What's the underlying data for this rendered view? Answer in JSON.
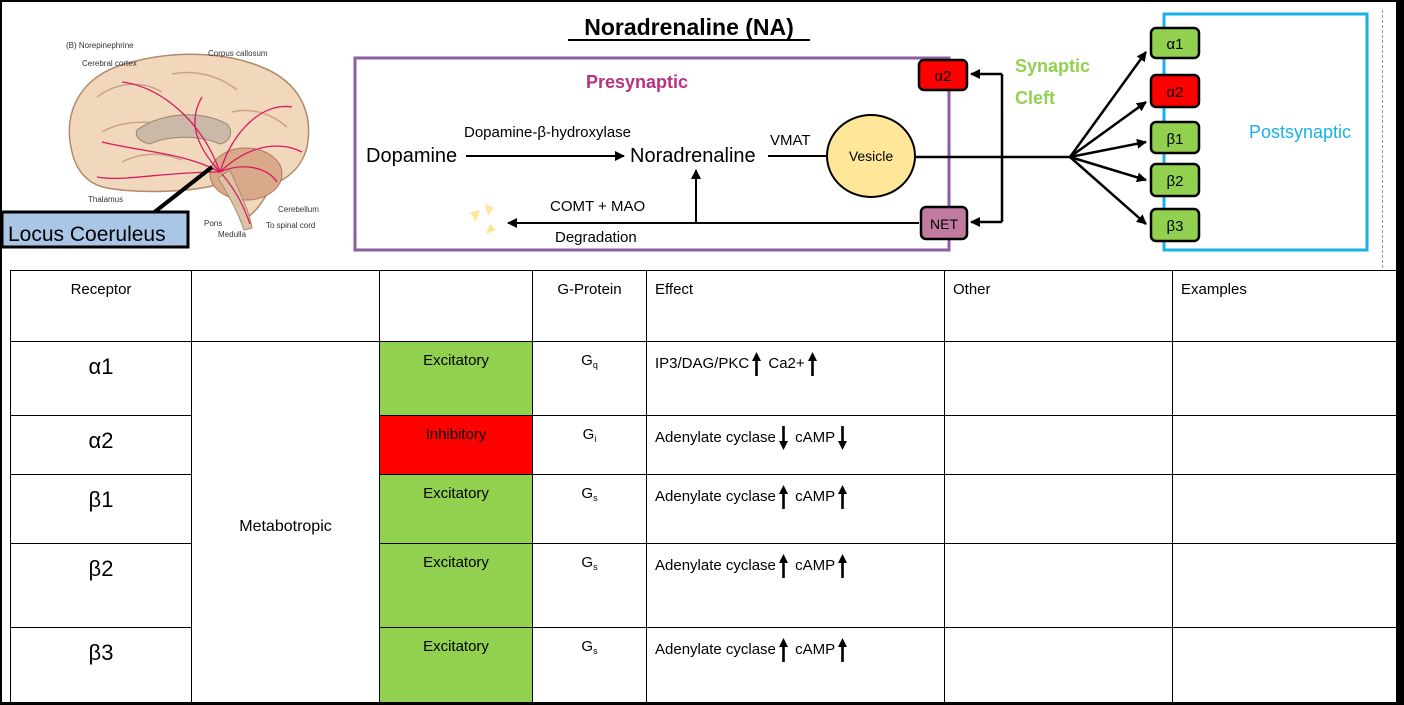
{
  "title": "Noradrenaline (NA)",
  "brain": {
    "panel_label": "(B) Norepinephrine",
    "labels": [
      "Corpus callosum",
      "Cerebral cortex",
      "Thalamus",
      "Pons",
      "Medulla",
      "Cerebellum",
      "To spinal cord"
    ],
    "callout": "Locus Coeruleus"
  },
  "diagram": {
    "presynaptic": "Presynaptic",
    "synaptic": "Synaptic",
    "cleft": "Cleft",
    "postsynaptic": "Postsynaptic",
    "dopamine": "Dopamine",
    "enzyme": "Dopamine-β-hydroxylase",
    "noradrenaline": "Noradrenaline",
    "vmat": "VMAT",
    "vesicle": "Vesicle",
    "comt_mao": "COMT + MAO",
    "degradation": "Degradation",
    "autoreceptor": "α2",
    "net": "NET",
    "post_receptors": [
      "α1",
      "α2",
      "β1",
      "β2",
      "β3"
    ]
  },
  "colors": {
    "presynaptic_border": "#8e5ea2",
    "presynaptic_text": "#b83280",
    "synaptic_text": "#92d050",
    "postsynaptic_border": "#1ab0e8",
    "postsynaptic_text": "#1ab0e8",
    "excitatory": "#92d050",
    "inhibitory": "#ff0000",
    "net": "#c27ba0",
    "vesicle": "#ffe699",
    "callout": "#a9c6e6"
  },
  "table": {
    "headers": [
      "Receptor",
      "",
      "",
      "G-Protein",
      "Effect",
      "Other",
      "Examples"
    ],
    "type_label": "Metabotropic",
    "rows": [
      {
        "receptor": "α1",
        "action": "Excitatory",
        "g_base": "G",
        "g_sub": "q",
        "effect1": "IP3/DAG/PKC",
        "dir1": "up",
        "effect2": "Ca2+",
        "dir2": "up",
        "other": "",
        "examples": ""
      },
      {
        "receptor": "α2",
        "action": "Inhibitory",
        "g_base": "G",
        "g_sub": "i",
        "effect1": "Adenylate cyclase",
        "dir1": "down",
        "effect2": "cAMP",
        "dir2": "down",
        "other": "",
        "examples": ""
      },
      {
        "receptor": "β1",
        "action": "Excitatory",
        "g_base": "G",
        "g_sub": "s",
        "effect1": "Adenylate cyclase",
        "dir1": "up",
        "effect2": "cAMP",
        "dir2": "up",
        "other": "",
        "examples": ""
      },
      {
        "receptor": "β2",
        "action": "Excitatory",
        "g_base": "G",
        "g_sub": "s",
        "effect1": "Adenylate cyclase",
        "dir1": "up",
        "effect2": "cAMP",
        "dir2": "up",
        "other": "",
        "examples": ""
      },
      {
        "receptor": "β3",
        "action": "Excitatory",
        "g_base": "G",
        "g_sub": "s",
        "effect1": "Adenylate cyclase",
        "dir1": "up",
        "effect2": "cAMP",
        "dir2": "up",
        "other": "",
        "examples": ""
      }
    ]
  }
}
